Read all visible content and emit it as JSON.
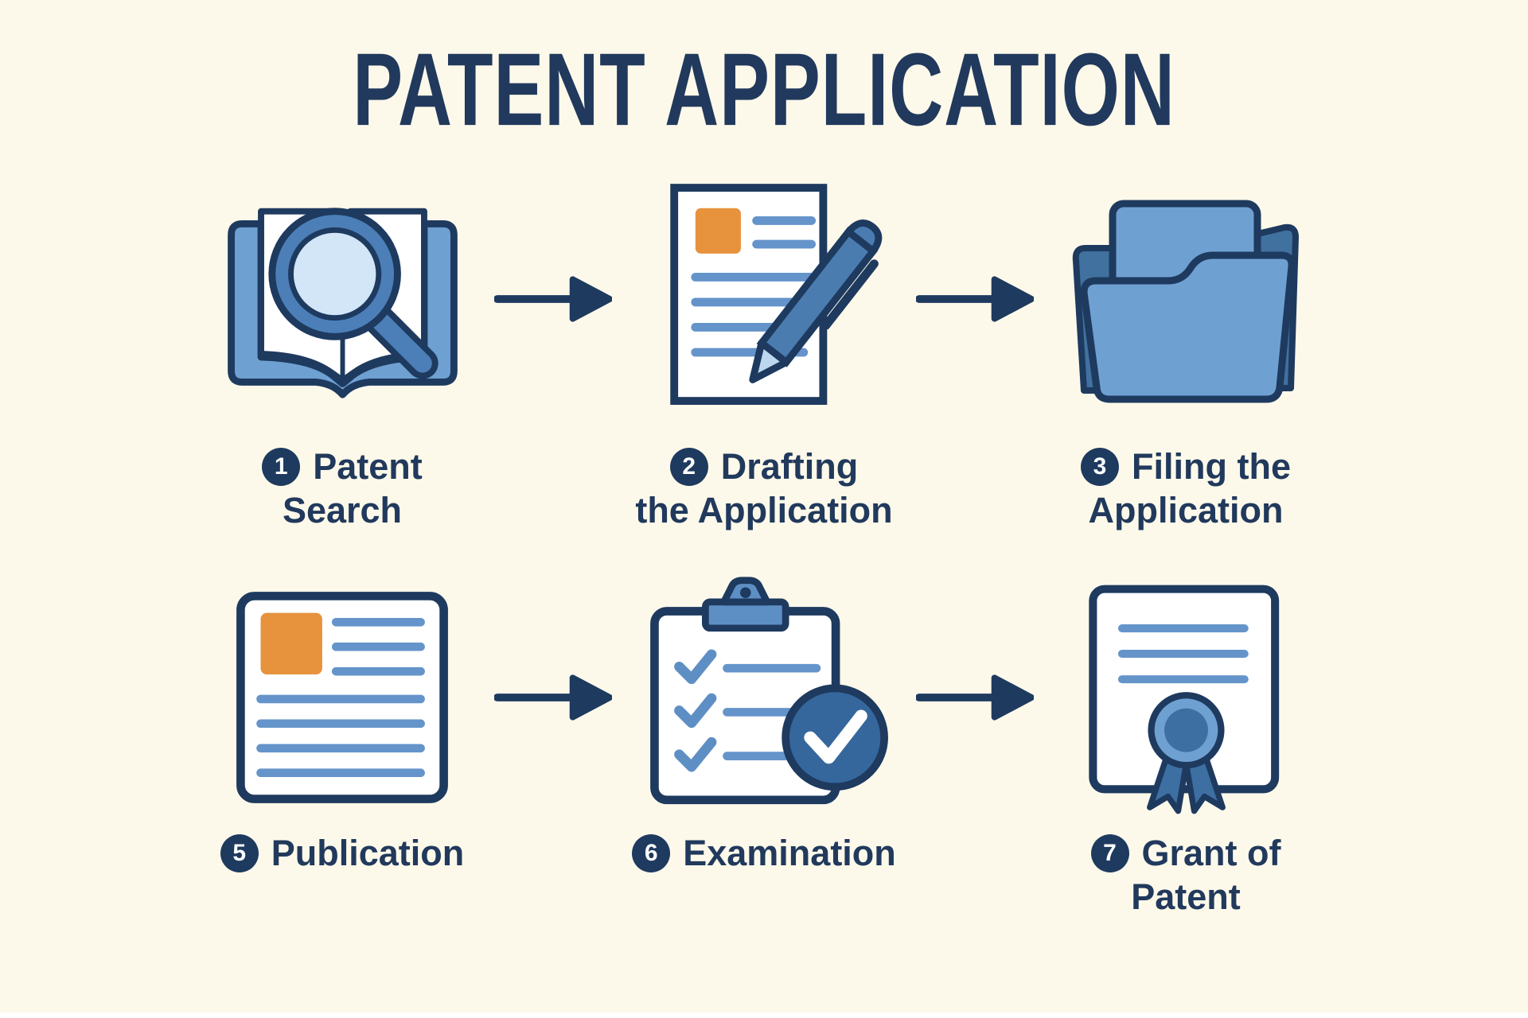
{
  "title": "PATENT APPLICATION",
  "steps": [
    {
      "number": "1",
      "line1": "Patent",
      "line2": "Search"
    },
    {
      "number": "2",
      "line1": "Drafting",
      "line2": "the Application"
    },
    {
      "number": "3",
      "line1": "Filing the",
      "line2": "Application"
    },
    {
      "number": "5",
      "line1": "Publication",
      "line2": ""
    },
    {
      "number": "6",
      "line1": "Examination",
      "line2": ""
    },
    {
      "number": "7",
      "line1": "Grant of",
      "line2": "Patent"
    }
  ],
  "icons": {
    "step1": "book-magnifier-icon",
    "step2": "document-pen-icon",
    "step3": "folder-icon",
    "step5": "publication-document-icon",
    "step6": "clipboard-check-icon",
    "step7": "certificate-ribbon-icon",
    "connector": "right-arrow-icon"
  },
  "colors": {
    "background": "#FDF9EA",
    "navy_outline": "#1E3A5F",
    "text_navy": "#21395C",
    "mid_blue": "#6FA0D2",
    "ring_blue": "#4C7FB8",
    "steel_blue": "#6494CA",
    "dark_blue": "#35679D",
    "flap_blue": "#41719F",
    "lens_blue": "#D2E6F7",
    "orange": "#E7923C",
    "paper_white": "#FFFFFF"
  }
}
